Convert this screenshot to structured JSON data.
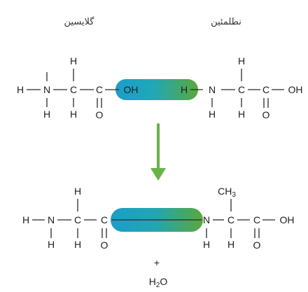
{
  "labels": {
    "left_molecule": "گلایسین",
    "right_molecule": "نطلمئین"
  },
  "atoms": {
    "H": "H",
    "N": "N",
    "C": "C",
    "O": "O",
    "OH": "OH",
    "CH": "CH",
    "three": "3",
    "two": "2"
  },
  "byproduct": {
    "plus": "+",
    "water_base": "H",
    "water_sub": "2",
    "water_tail": "O"
  },
  "colors": {
    "teal": "#1a9ec9",
    "green": "#5aa83a",
    "arrow": "#66b446"
  }
}
